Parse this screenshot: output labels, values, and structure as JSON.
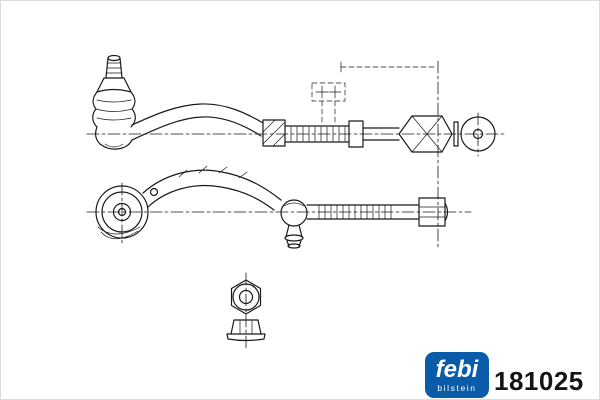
{
  "canvas": {
    "background": "#ffffff",
    "border_color": "#dcdcdc",
    "line_color": "#1a1a1a"
  },
  "drawing": {
    "views": {
      "top": "outer-tie-rod-with-ball-joint-and-axial-joint",
      "bottom": "curved-tie-rod-arm-with-ball-joint-and-threaded-rod",
      "detail": "flange-nut-top-and-front-view"
    }
  },
  "brand": {
    "name": "febi",
    "sub": "bilstein",
    "logo_color": "#0a5ca8",
    "text_color": "#ffffff"
  },
  "part_number": "181025"
}
